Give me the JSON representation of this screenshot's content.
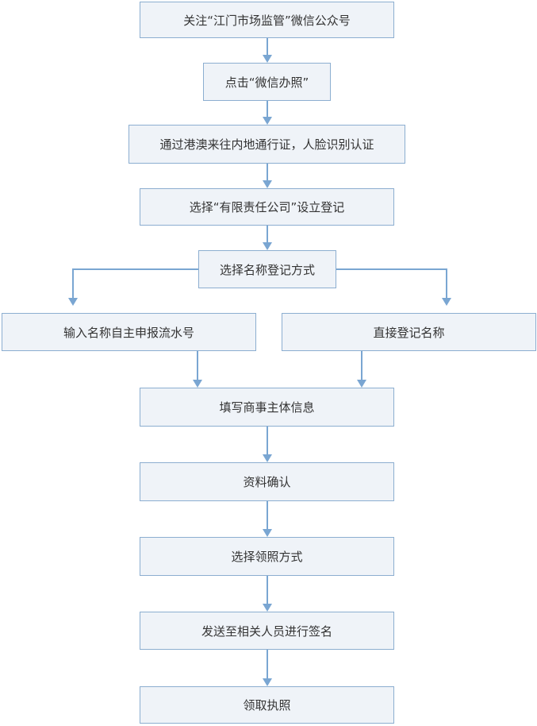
{
  "steps": {
    "s1": "关注“江门市场监管”微信公众号",
    "s2": "点击“微信办照”",
    "s3": "通过港澳来往内地通行证，人脸识别认证",
    "s4": "选择“有限责任公司”设立登记",
    "s5": "选择名称登记方式",
    "s6a": "输入名称自主申报流水号",
    "s6b": "直接登记名称",
    "s7": "填写商事主体信息",
    "s8": "资料确认",
    "s9": "选择领照方式",
    "s10": "发送至相关人员进行签名",
    "s11": "领取执照"
  },
  "colors": {
    "box_fill": "#eff3f8",
    "box_border": "#8caed0",
    "arrow": "#7aa6d2",
    "text": "#333333"
  }
}
